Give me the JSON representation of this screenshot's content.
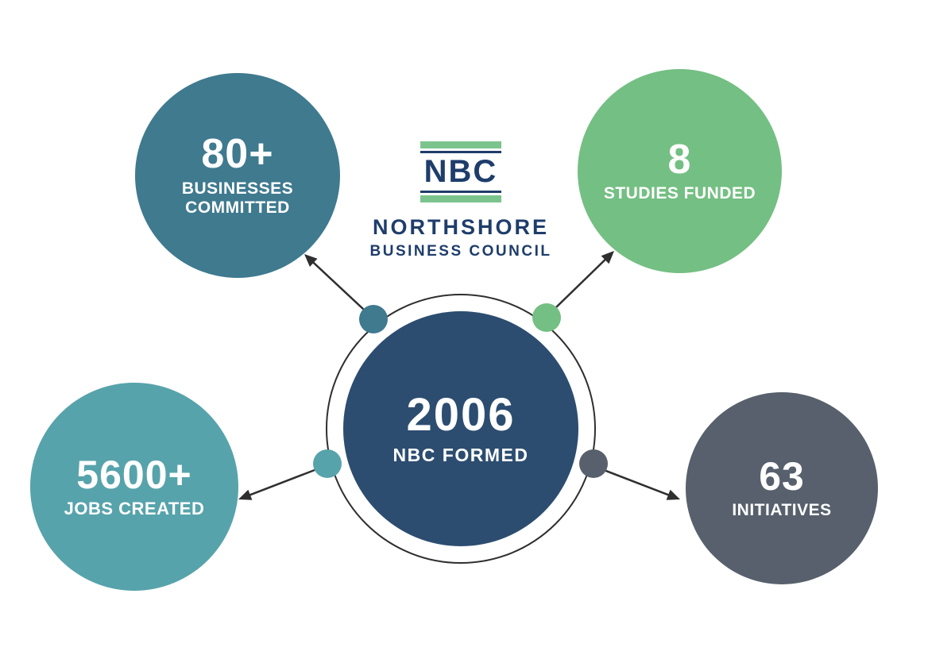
{
  "logo": {
    "acronym": "NBC",
    "org_line1": "NORTHSHORE",
    "org_line2": "BUSINESS COUNCIL",
    "navy": "#1e3d6b",
    "green": "#7cc48e"
  },
  "center": {
    "value": "2006",
    "label": "NBC FORMED",
    "color": "#2c4d70",
    "ring_color": "#2f2f2f"
  },
  "nodes": [
    {
      "position": "top-left",
      "value": "80+",
      "label": "BUSINESSES COMMITTED",
      "color": "#3f7a8f"
    },
    {
      "position": "top-right",
      "value": "8",
      "label": "STUDIES FUNDED",
      "color": "#74bf83"
    },
    {
      "position": "bottom-left",
      "value": "5600+",
      "label": "JOBS CREATED",
      "color": "#57a3ab"
    },
    {
      "position": "bottom-right",
      "value": "63",
      "label": "INITIATIVES",
      "color": "#57606c"
    }
  ],
  "connector_color": "#2f2f2f"
}
